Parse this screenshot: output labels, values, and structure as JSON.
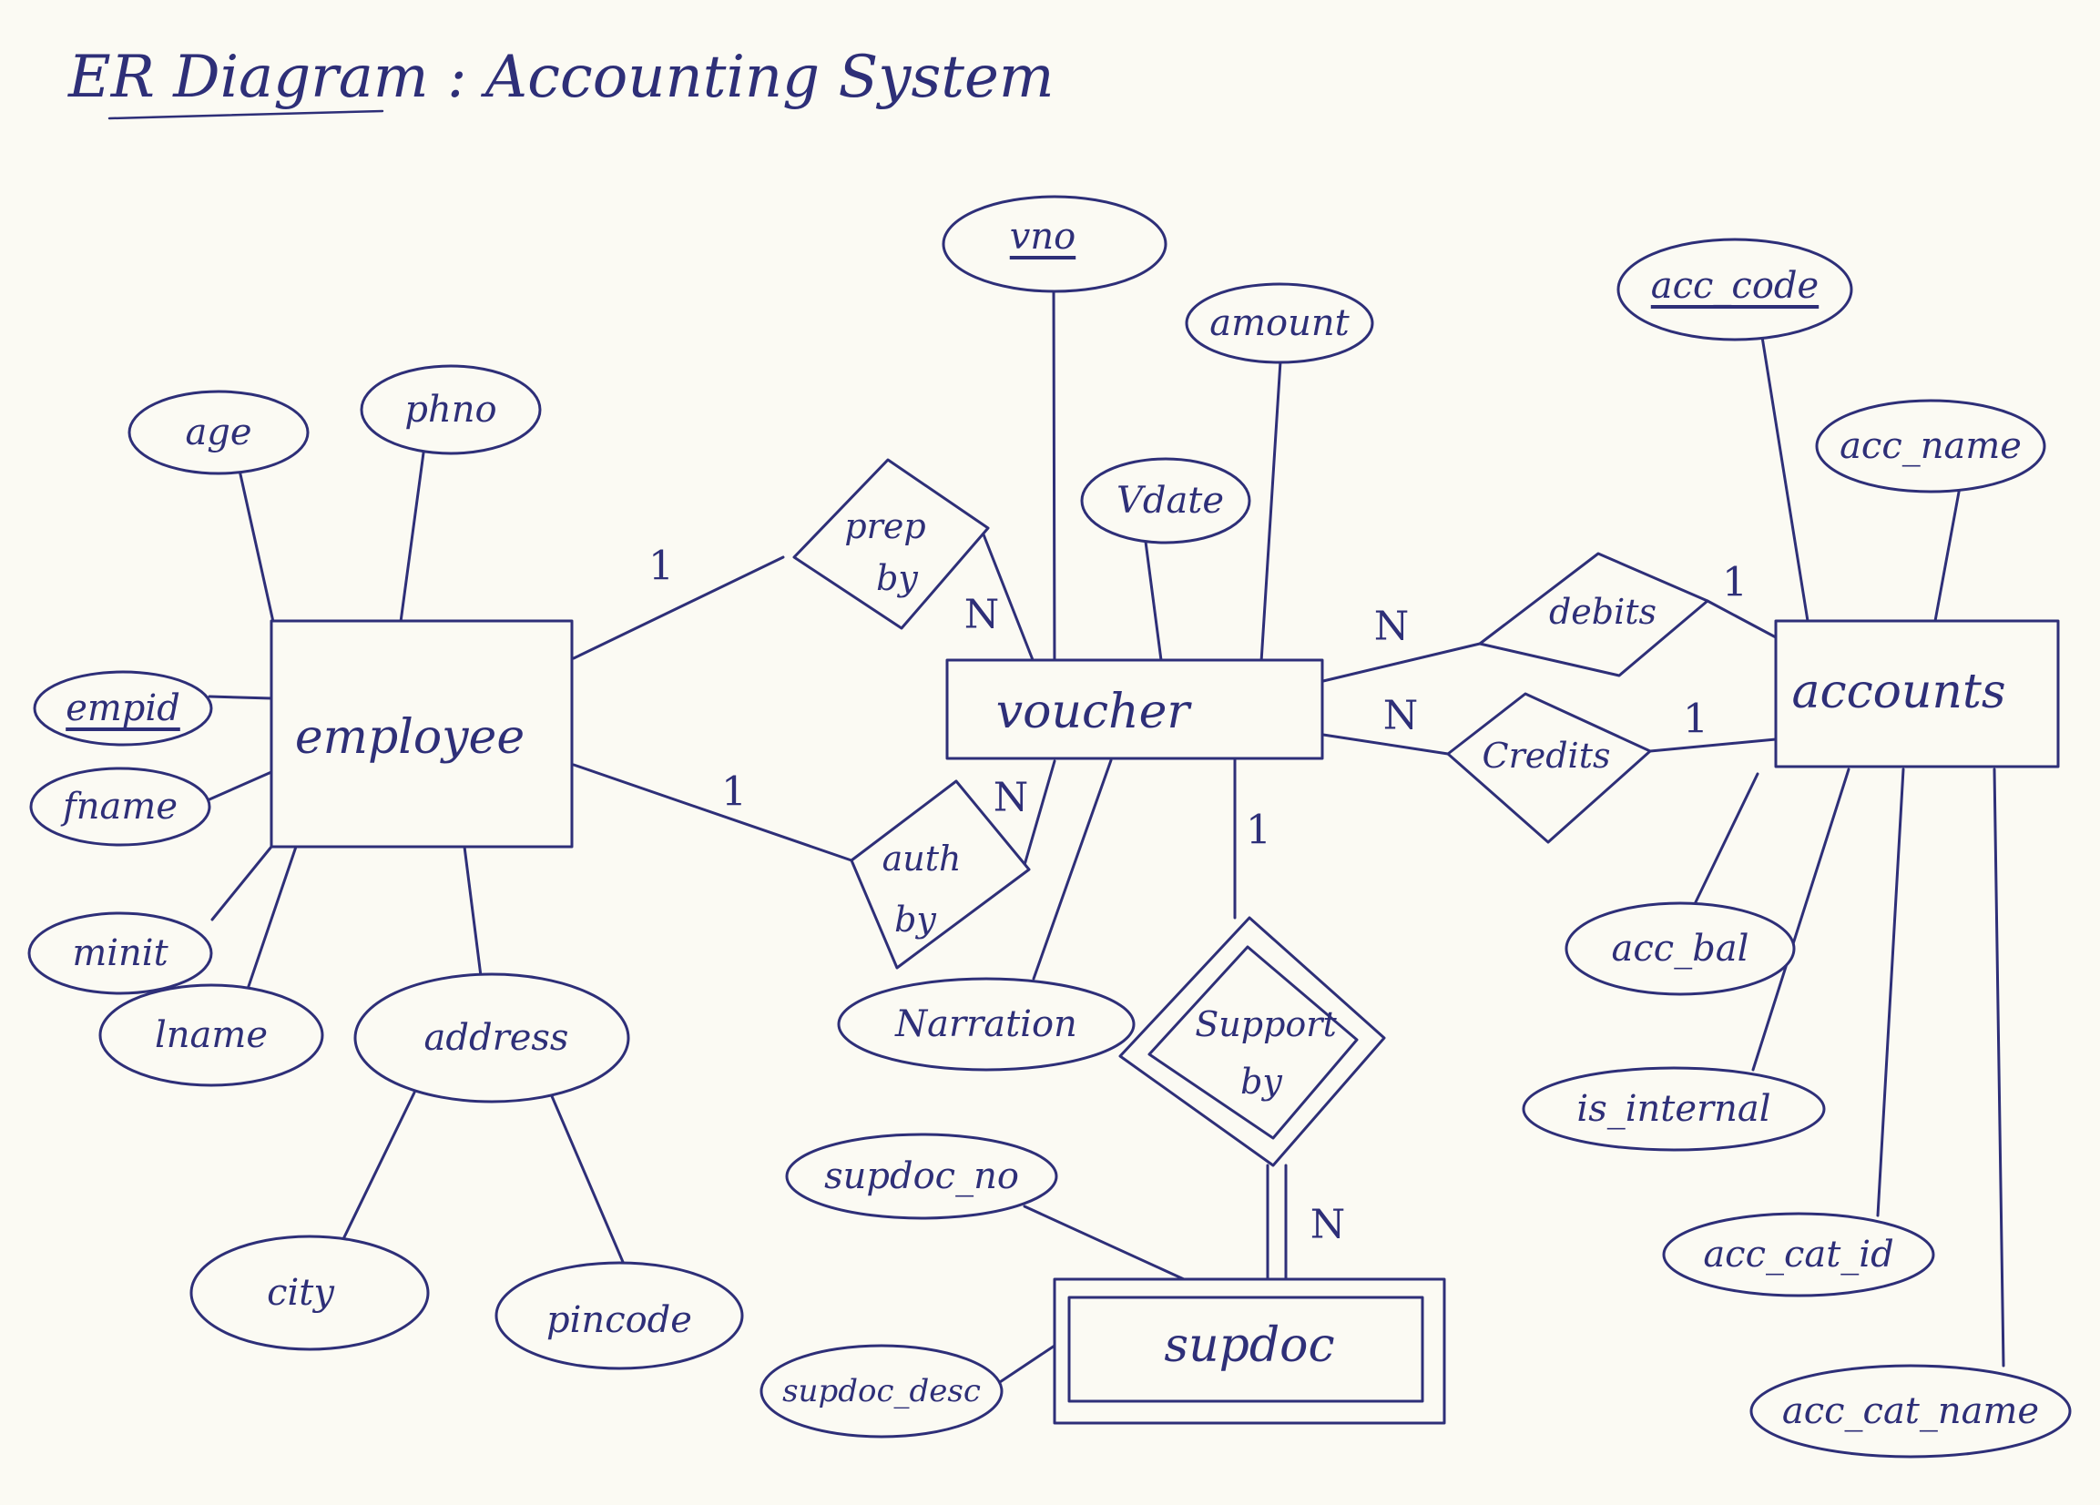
{
  "title": "ER Diagram : Accounting System",
  "entities": {
    "employee": "employee",
    "voucher": "voucher",
    "accounts": "accounts",
    "supdoc": "supdoc"
  },
  "relationships": {
    "prep_by": [
      "prep",
      "by"
    ],
    "auth_by": [
      "auth",
      "by"
    ],
    "debits": "debits",
    "credits": "Credits",
    "support_by": [
      "Support",
      "by"
    ]
  },
  "attributes": {
    "employee": {
      "age": "age",
      "phno": "phno",
      "empid": "empid",
      "fname": "fname",
      "minit": "minit",
      "lname": "lname",
      "address": "address",
      "city": "city",
      "pincode": "pincode"
    },
    "voucher": {
      "vno": "vno",
      "amount": "amount",
      "vdate": "Vdate",
      "narration": "Narration"
    },
    "accounts": {
      "acc_code": "acc_code",
      "acc_name": "acc_name",
      "acc_bal": "acc_bal",
      "is_internal": "is_internal",
      "acc_cat_id": "acc_cat_id",
      "acc_cat_name": "acc_cat_name"
    },
    "supdoc": {
      "supdoc_no": "supdoc_no",
      "supdoc_desc": "supdoc_desc"
    }
  },
  "cardinalities": {
    "prep_employee": "1",
    "prep_voucher": "N",
    "auth_employee": "1",
    "auth_voucher": "N",
    "debits_voucher": "N",
    "debits_accounts": "1",
    "credits_voucher": "N",
    "credits_accounts": "1",
    "support_voucher": "1",
    "support_supdoc": "N"
  }
}
